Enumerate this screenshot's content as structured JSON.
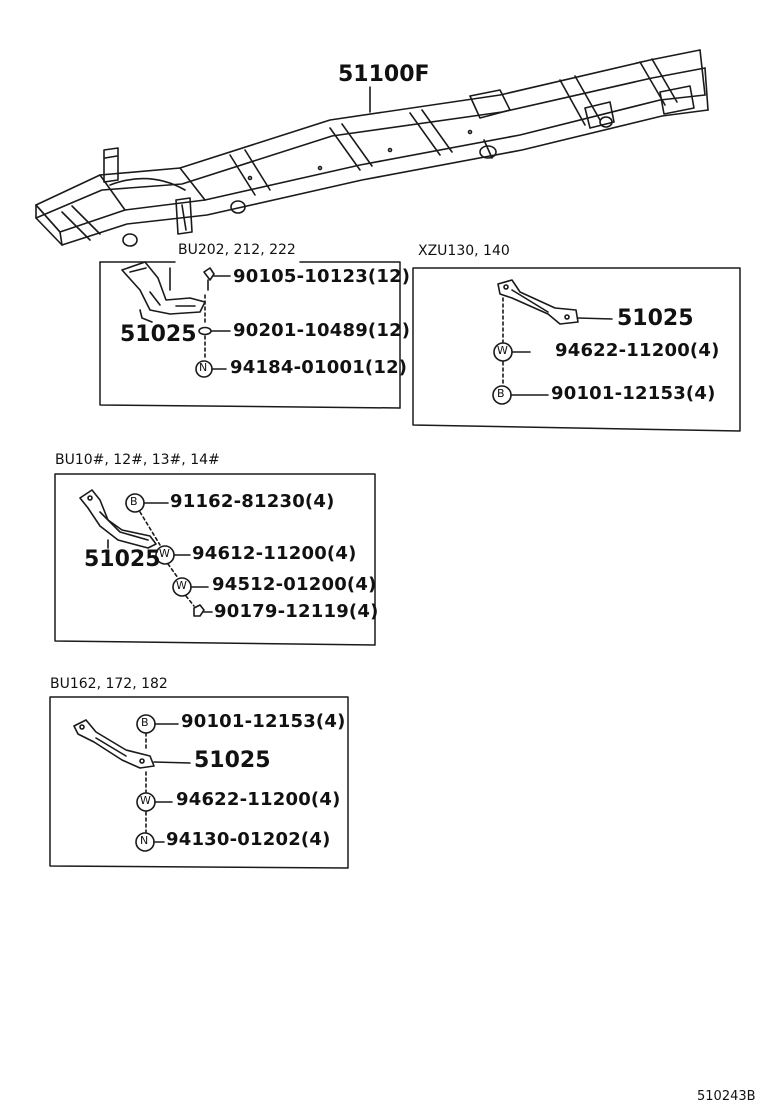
{
  "frame": {
    "part": "51100F"
  },
  "groups": [
    {
      "header": "BU202, 212, 222",
      "bracket": "51025",
      "parts": [
        "90105-10123(12)",
        "90201-10489(12)",
        "94184-01001(12)"
      ],
      "symbols": [
        "",
        "",
        "N"
      ]
    },
    {
      "header": "XZU130, 140",
      "bracket": "51025",
      "parts": [
        "94622-11200(4)",
        "90101-12153(4)"
      ],
      "symbols": [
        "W",
        "B"
      ]
    },
    {
      "header": "BU10#, 12#, 13#, 14#",
      "bracket": "51025",
      "parts": [
        "91162-81230(4)",
        "94612-11200(4)",
        "94512-01200(4)",
        "90179-12119(4)"
      ],
      "symbols": [
        "B",
        "W",
        "W",
        ""
      ]
    },
    {
      "header": "BU162, 172, 182",
      "bracket": "51025",
      "parts": [
        "90101-12153(4)",
        "94622-11200(4)",
        "94130-01202(4)"
      ],
      "symbols": [
        "B",
        "W",
        "N"
      ]
    }
  ],
  "diagram_code": "510243B"
}
